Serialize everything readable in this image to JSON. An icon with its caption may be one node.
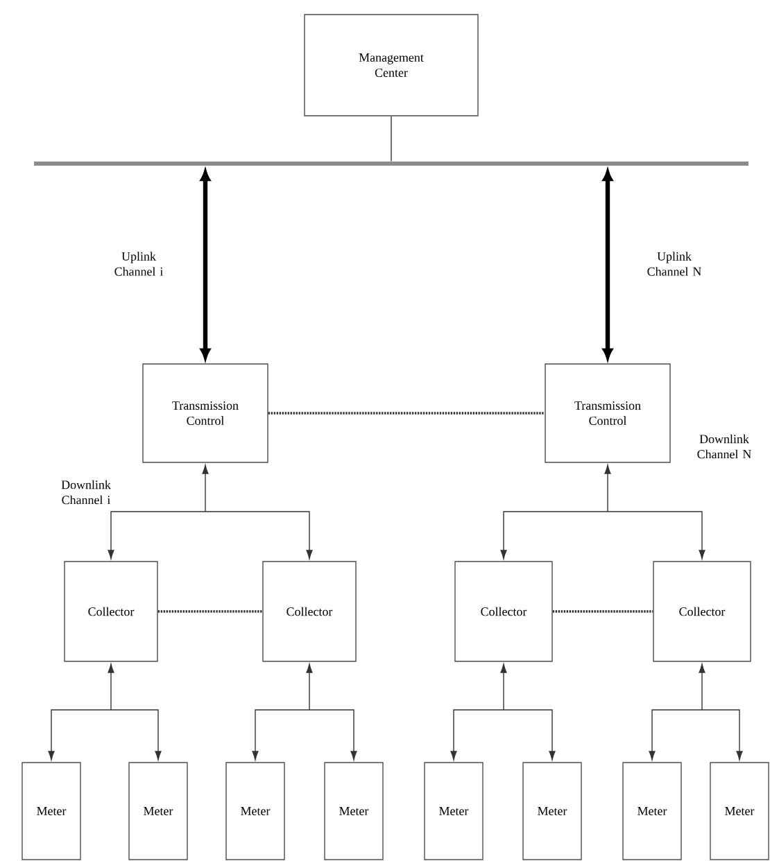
{
  "diagram": {
    "nodes": [
      {
        "text": [
          "Management Center"
        ]
      },
      {
        "text": [],
        "shape": "bar"
      },
      {
        "text": [
          "Transmission Control"
        ]
      },
      {
        "text": [
          "Transmission Control"
        ]
      },
      {
        "text": [
          "Collector"
        ]
      },
      {
        "text": [
          "Collector"
        ]
      },
      {
        "text": [
          "Collector"
        ]
      },
      {
        "text": [
          "Collector"
        ]
      },
      {
        "text": [
          "Meter"
        ]
      },
      {
        "text": [
          "Meter"
        ]
      },
      {
        "text": [
          "Meter"
        ]
      },
      {
        "text": [
          "Meter"
        ]
      },
      {
        "text": [
          "Meter"
        ]
      },
      {
        "text": [
          "Meter"
        ]
      },
      {
        "text": [
          "Meter"
        ]
      },
      {
        "text": [
          "Meter"
        ]
      }
    ],
    "edges": [
      {
        "from": 0,
        "to": 1,
        "arrow": "none"
      },
      {
        "from": 1,
        "to": 2,
        "arrow": "both",
        "style": "thick",
        "label": "Uplink Channel i"
      },
      {
        "from": 1,
        "to": 3,
        "arrow": "both",
        "style": "thick",
        "label": "Uplink Channel N"
      },
      {
        "from": 2,
        "to": 3,
        "arrow": "none",
        "style": "dashed"
      },
      {
        "from": 2,
        "to": 4,
        "arrow": "both"
      },
      {
        "from": 2,
        "to": 5,
        "arrow": "both"
      },
      {
        "from": 3,
        "to": 6,
        "arrow": "both"
      },
      {
        "from": 3,
        "to": 7,
        "arrow": "both"
      },
      {
        "from": 4,
        "to": 5,
        "arrow": "none",
        "style": "dashed"
      },
      {
        "from": 6,
        "to": 7,
        "arrow": "none",
        "style": "dashed"
      },
      {
        "from": 4,
        "to": 8,
        "arrow": "both"
      },
      {
        "from": 4,
        "to": 9,
        "arrow": "both"
      },
      {
        "from": 5,
        "to": 10,
        "arrow": "both"
      },
      {
        "from": 5,
        "to": 11,
        "arrow": "both"
      },
      {
        "from": 6,
        "to": 12,
        "arrow": "both"
      },
      {
        "from": 6,
        "to": 13,
        "arrow": "both"
      },
      {
        "from": 7,
        "to": 14,
        "arrow": "both"
      },
      {
        "from": 7,
        "to": 15,
        "arrow": "both"
      }
    ],
    "labels": [
      "Downlink Channel i",
      "Downlink Channel N"
    ]
  }
}
